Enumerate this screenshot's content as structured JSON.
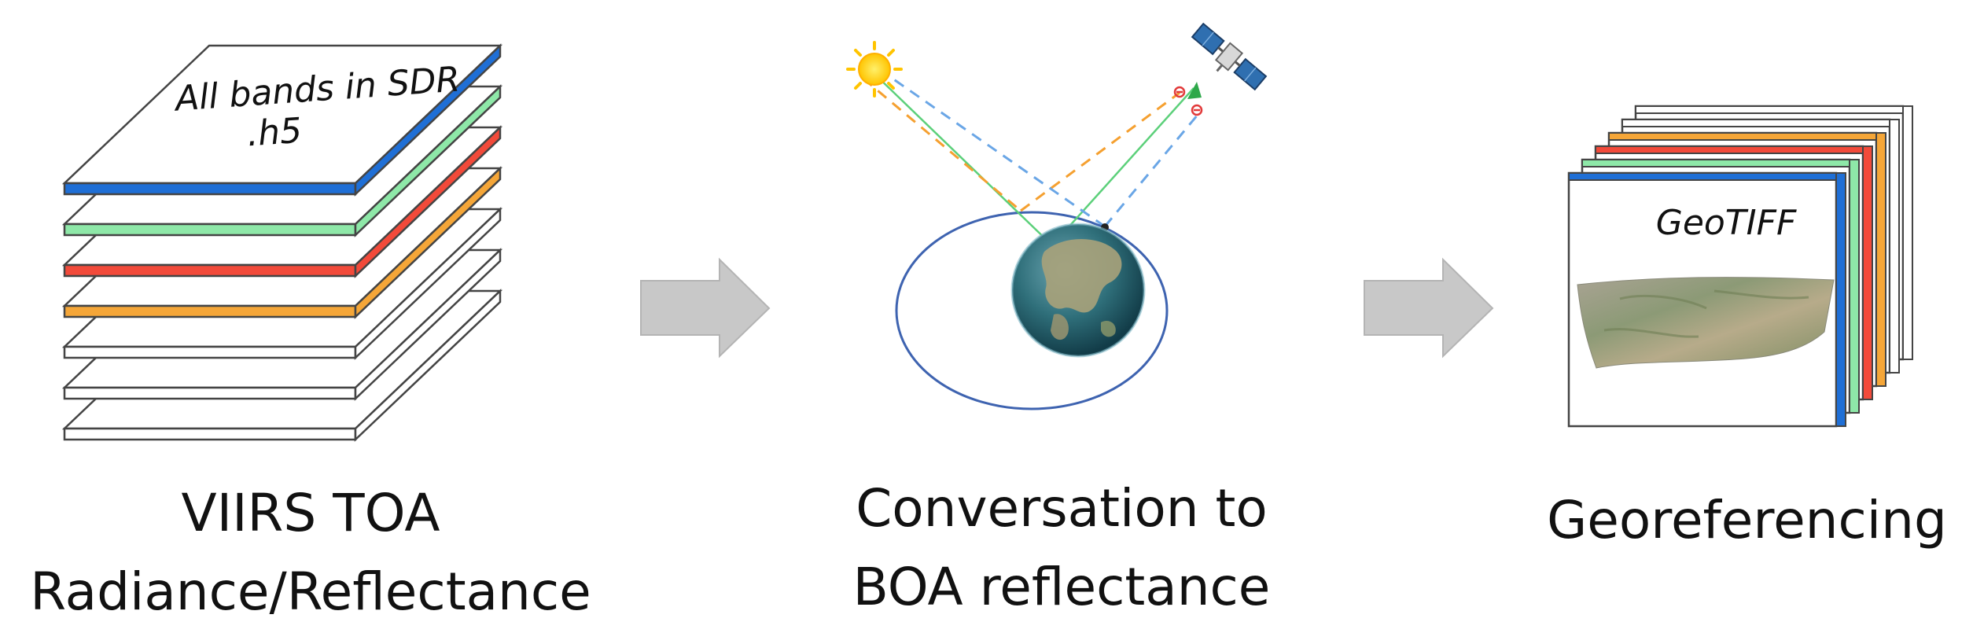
{
  "stage1": {
    "caption_line1": "VIIRS TOA",
    "caption_line2": "Radiance/Reflectance",
    "stack_label_line1": "All bands in SDR",
    "stack_label_line2": ".h5"
  },
  "stage2": {
    "caption_line1": "Conversation to",
    "caption_line2": "BOA reflectance"
  },
  "stage3": {
    "caption": "Georeferencing",
    "tile_label": "GeoTIFF"
  },
  "colors": {
    "band_blue": "#1f6fd6",
    "band_green": "#8ee8a8",
    "band_red": "#f24a3a",
    "band_orange": "#f5a638",
    "arrow_gray": "#c8c8c8",
    "orbit_blue": "#3e63b0",
    "sun_yellow": "#ffd21a",
    "ray_orange": "#f5a030",
    "ray_blue": "#6aa6e6",
    "ray_green": "#5cd07a"
  }
}
